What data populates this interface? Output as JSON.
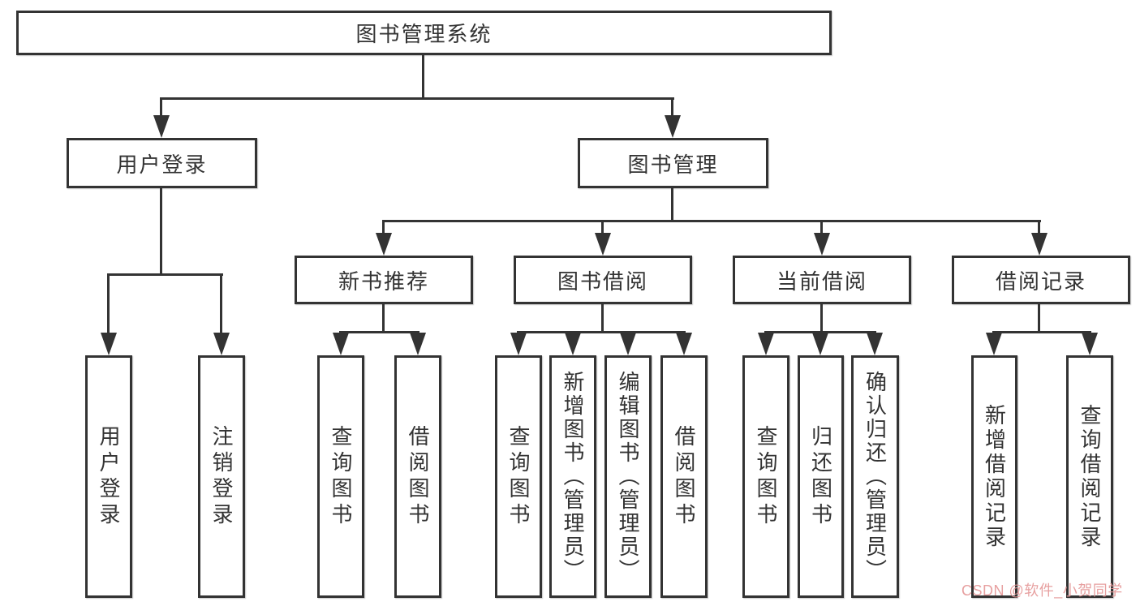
{
  "nodes": {
    "root": "图书管理系统",
    "user_login": "用户登录",
    "book_management": "图书管理",
    "new_book_recommend": "新书推荐",
    "book_borrow": "图书借阅",
    "current_borrow": "当前借阅",
    "borrow_record": "借阅记录",
    "leaf_user_login": "用户登录",
    "leaf_logout": "注销登录",
    "nbr_query_book": "查询图书",
    "nbr_borrow_book": "借阅图书",
    "bb_query_book": "查询图书",
    "bb_add_book": "新增图书（管理员）",
    "bb_edit_book": "编辑图书（管理员）",
    "bb_borrow_book": "借阅图书",
    "cb_query_book": "查询图书",
    "cb_return_book": "归还图书",
    "cb_confirm_return": "确认归还（管理员）",
    "br_add_record": "新增借阅记录",
    "br_query_record": "查询借阅记录"
  },
  "tree": {
    "label": "图书管理系统",
    "children": [
      {
        "label": "用户登录",
        "children": [
          {
            "label": "用户登录"
          },
          {
            "label": "注销登录"
          }
        ]
      },
      {
        "label": "图书管理",
        "children": [
          {
            "label": "新书推荐",
            "children": [
              {
                "label": "查询图书"
              },
              {
                "label": "借阅图书"
              }
            ]
          },
          {
            "label": "图书借阅",
            "children": [
              {
                "label": "查询图书"
              },
              {
                "label": "新增图书（管理员）"
              },
              {
                "label": "编辑图书（管理员）"
              },
              {
                "label": "借阅图书"
              }
            ]
          },
          {
            "label": "当前借阅",
            "children": [
              {
                "label": "查询图书"
              },
              {
                "label": "归还图书"
              },
              {
                "label": "确认归还（管理员）"
              }
            ]
          },
          {
            "label": "借阅记录",
            "children": [
              {
                "label": "新增借阅记录"
              },
              {
                "label": "查询借阅记录"
              }
            ]
          }
        ]
      }
    ]
  },
  "watermark": {
    "text": "CSDN @软件_小贺同学",
    "color": "#e59898"
  },
  "colors": {
    "line": "#333333",
    "box_border": "#333333",
    "text": "#333333",
    "background": "#ffffff"
  }
}
